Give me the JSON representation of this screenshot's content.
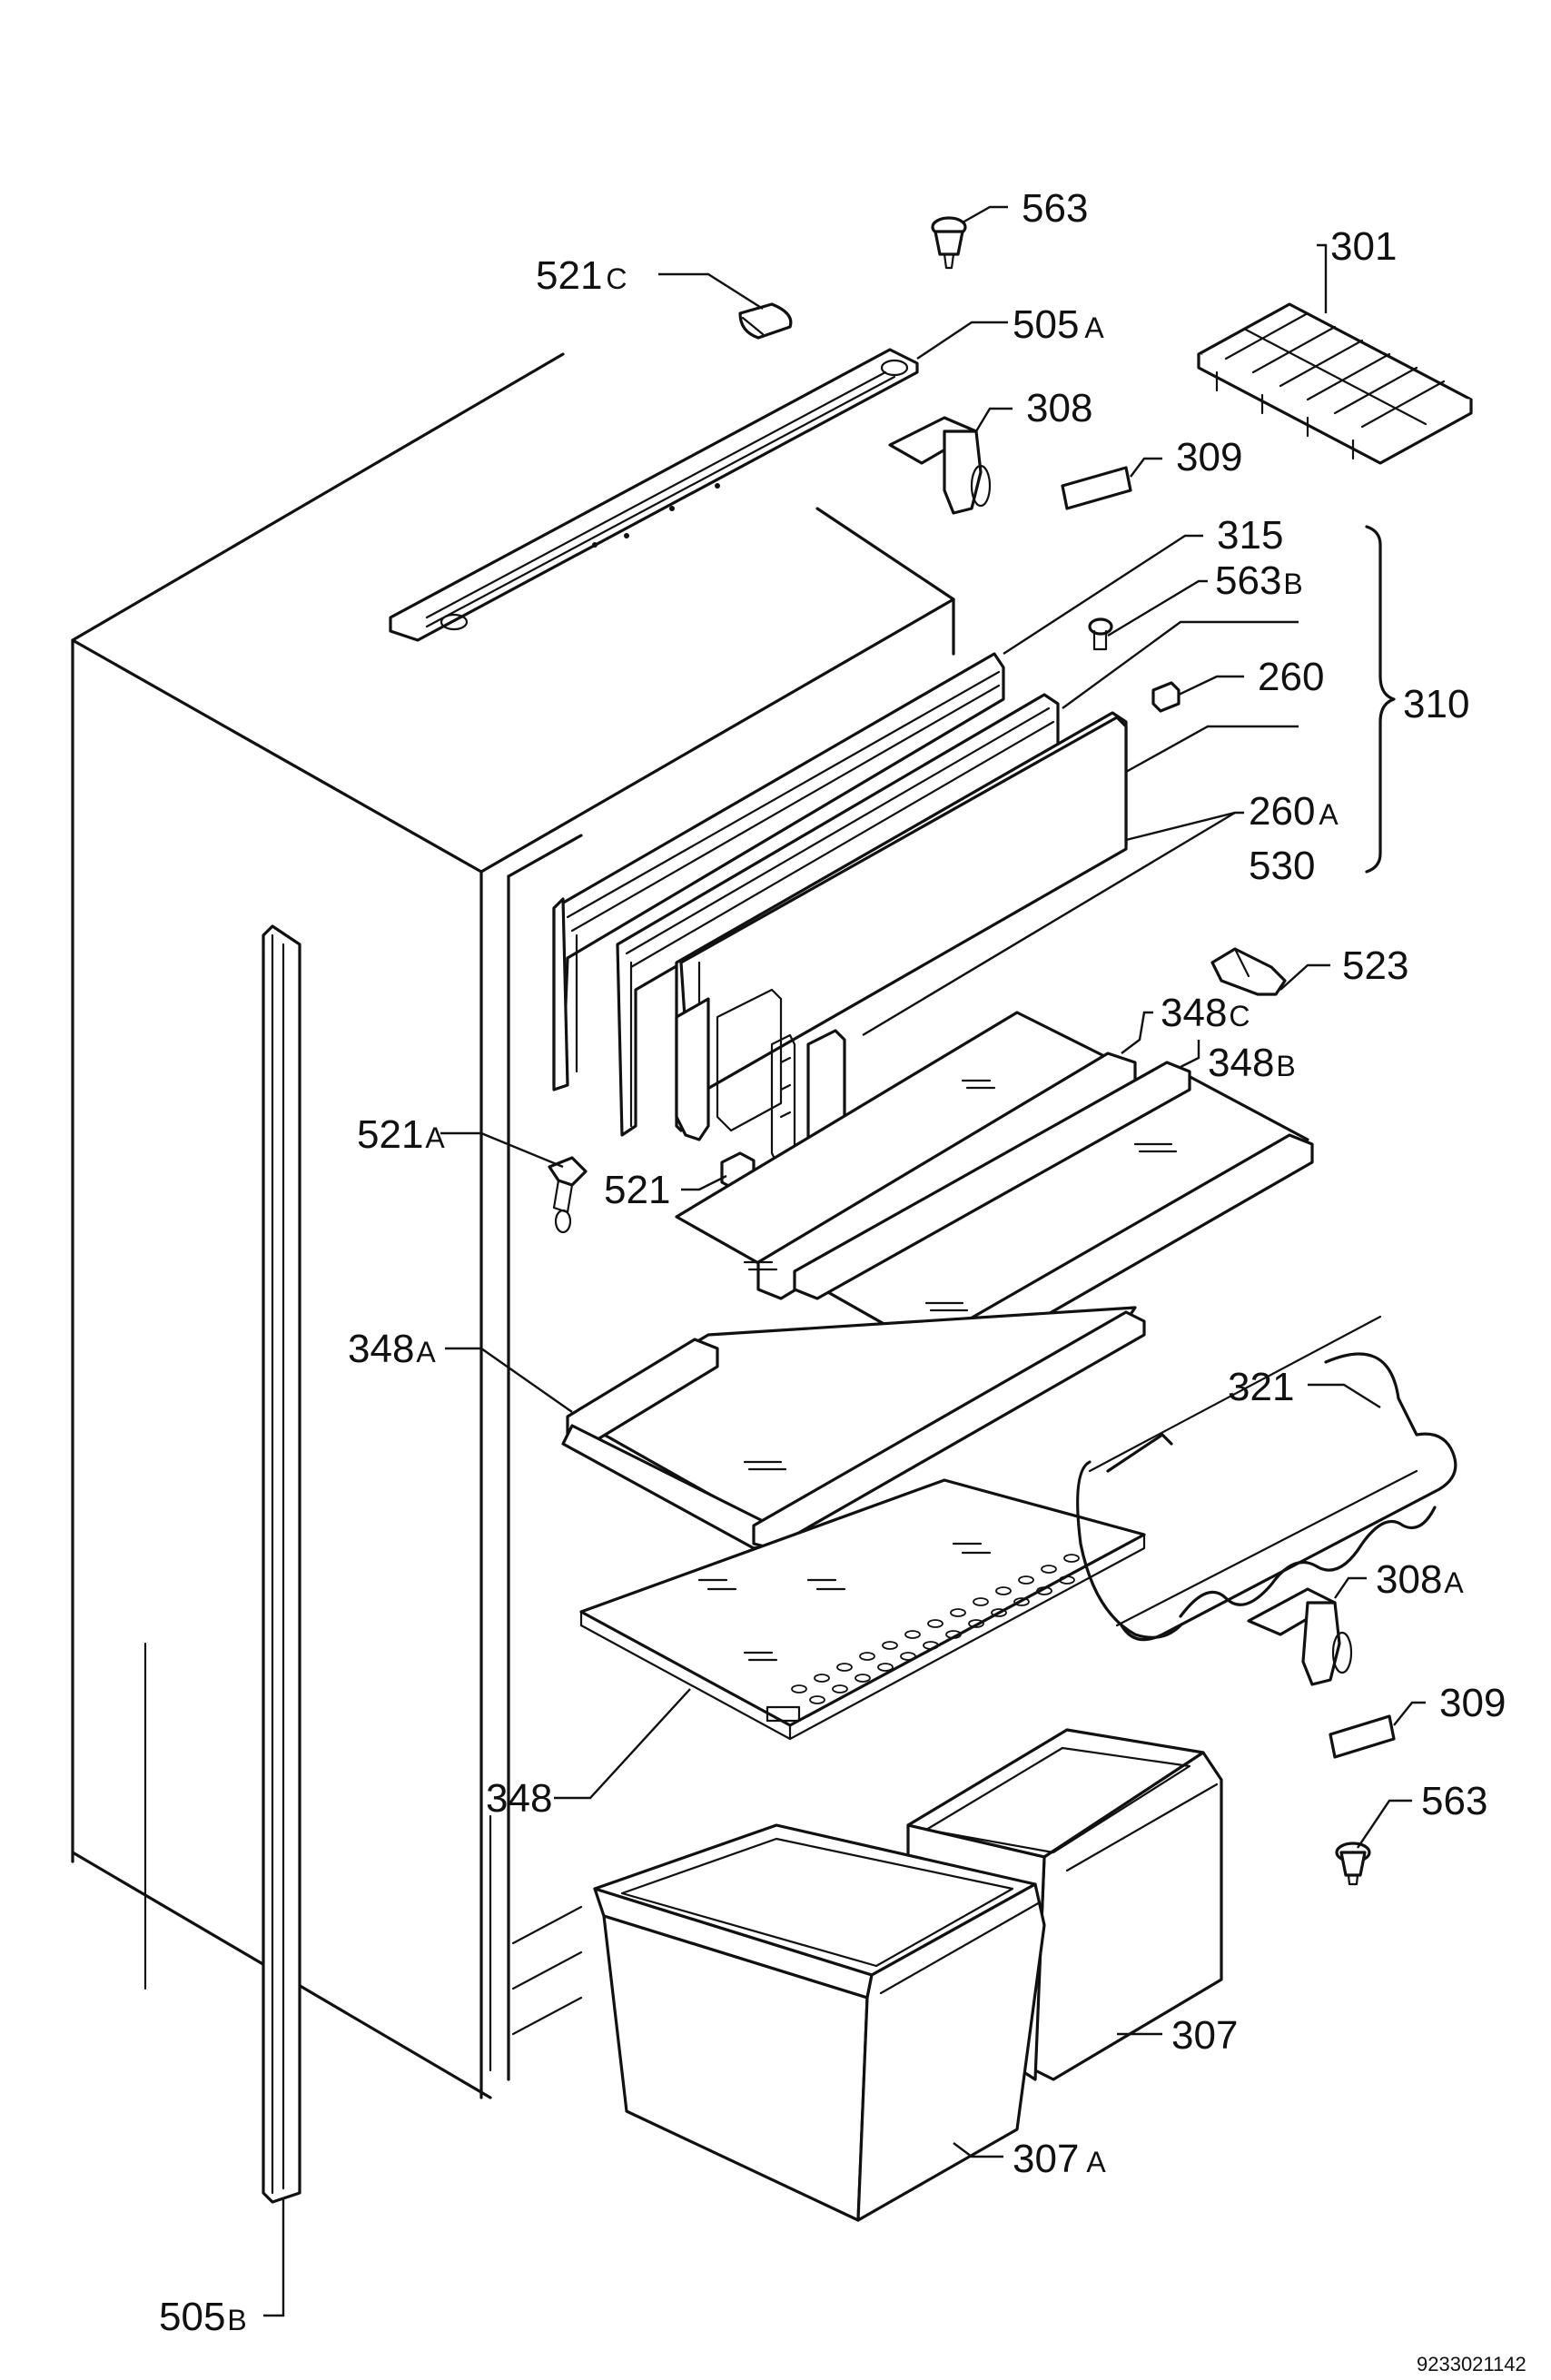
{
  "drawing_code": "9233021142",
  "labels": {
    "l563_top": {
      "num": "563",
      "suf": ""
    },
    "l301": {
      "num": "301",
      "suf": ""
    },
    "l521C": {
      "num": "521",
      "suf": "C"
    },
    "l505A": {
      "num": "505",
      "suf": "A"
    },
    "l308": {
      "num": "308",
      "suf": ""
    },
    "l309_top": {
      "num": "309",
      "suf": ""
    },
    "l315": {
      "num": "315",
      "suf": ""
    },
    "l563B": {
      "num": "563",
      "suf": "B"
    },
    "l260": {
      "num": "260",
      "suf": ""
    },
    "l310": {
      "num": "310",
      "suf": ""
    },
    "l260A": {
      "num": "260",
      "suf": "A"
    },
    "l530": {
      "num": "530",
      "suf": ""
    },
    "l523": {
      "num": "523",
      "suf": ""
    },
    "l348C": {
      "num": "348",
      "suf": "C"
    },
    "l348B": {
      "num": "348",
      "suf": "B"
    },
    "l521A": {
      "num": "521",
      "suf": "A"
    },
    "l521": {
      "num": "521",
      "suf": ""
    },
    "l348A": {
      "num": "348",
      "suf": "A"
    },
    "l321": {
      "num": "321",
      "suf": ""
    },
    "l308A": {
      "num": "308",
      "suf": "A"
    },
    "l309_bot": {
      "num": "309",
      "suf": ""
    },
    "l563_bot": {
      "num": "563",
      "suf": ""
    },
    "l348": {
      "num": "348",
      "suf": ""
    },
    "l307": {
      "num": "307",
      "suf": ""
    },
    "l307A": {
      "num": "307",
      "suf": "A"
    },
    "l505B": {
      "num": "505",
      "suf": "B"
    }
  }
}
